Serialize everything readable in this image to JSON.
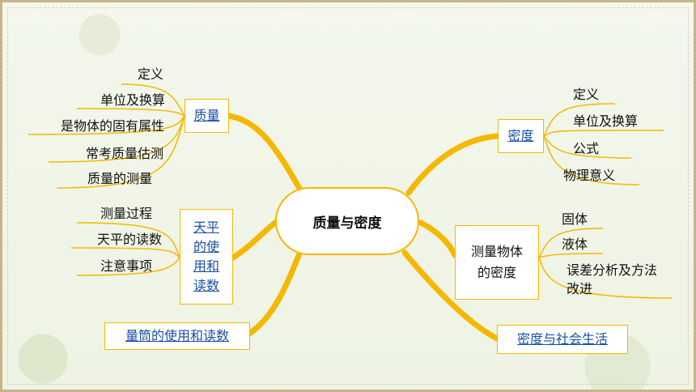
{
  "center": "质量与密度",
  "colors": {
    "branch": "#f5b800",
    "leaf_line": "#f5b800",
    "link_text": "#1a4fa3"
  },
  "left": {
    "mass": {
      "label": "质量",
      "items": [
        "定义",
        "单位及换算",
        "是物体的固有属性",
        "常考质量估测",
        "质量的测量"
      ]
    },
    "balance": {
      "label": "天平的使用和读数",
      "items": [
        "测量过程",
        "天平的读数",
        "注意事项"
      ]
    },
    "cylinder": {
      "label": "量筒的使用和读数"
    }
  },
  "right": {
    "density": {
      "label": "密度",
      "items": [
        "定义",
        "单位及换算",
        "公式",
        "物理意义"
      ]
    },
    "measure": {
      "label": "测量物体的密度",
      "items": [
        "固体",
        "液体",
        "误差分析及方法改进"
      ]
    },
    "society": {
      "label": "密度与社会生活"
    }
  }
}
